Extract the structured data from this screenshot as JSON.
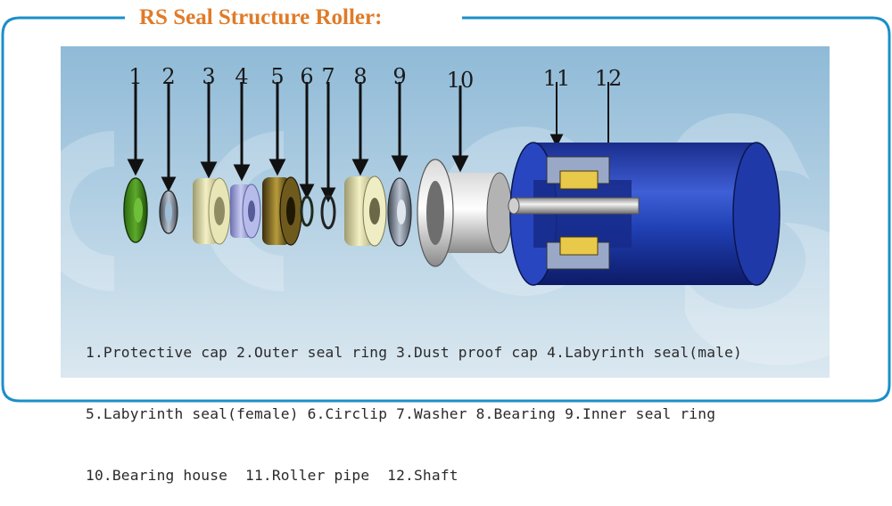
{
  "title": "RS Seal Structure Roller:",
  "part_numbers": [
    "1",
    "2",
    "3",
    "4",
    "5",
    "6",
    "7",
    "8",
    "9",
    "10",
    "11",
    "12"
  ],
  "legend_lines": [
    "1.Protective cap 2.Outer seal ring 3.Dust proof cap 4.Labyrinth seal(male)",
    "5.Labyrinth seal(female) 6.Circlip 7.Washer 8.Bearing 9.Inner seal ring",
    "10.Bearing house  11.Roller pipe  12.Shaft"
  ],
  "colors": {
    "frame": "#1b8fc9",
    "title": "#e07b28",
    "panel_top": "#9fc4dd",
    "panel_bottom": "#d3e2ec",
    "watermark": "#ffffff"
  }
}
